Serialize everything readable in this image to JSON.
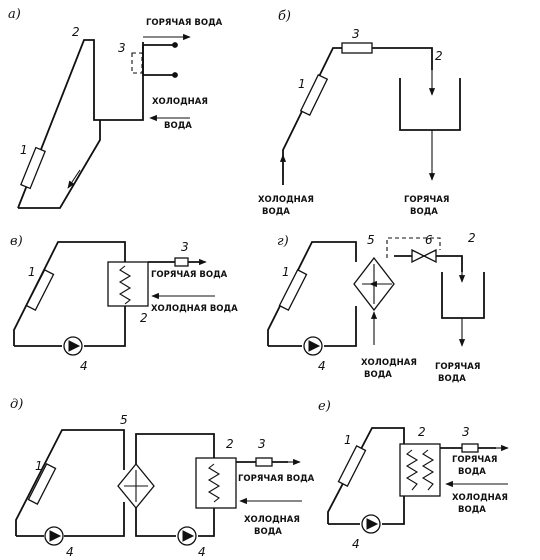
{
  "panels": [
    {
      "letter": "а)",
      "hot": "ГОРЯЧАЯ ВОДА",
      "cold1": "ХОЛОДНАЯ",
      "cold2": "ВОДА",
      "n1": "1",
      "n2": "2",
      "n3": "3"
    },
    {
      "letter": "б)",
      "hot1": "ГОРЯЧАЯ",
      "hot2": "ВОДА",
      "cold1": "ХОЛОДНАЯ",
      "cold2": "ВОДА",
      "n1": "1",
      "n2": "2",
      "n3": "3"
    },
    {
      "letter": "в)",
      "hot": "ГОРЯЧАЯ ВОДА",
      "cold": "ХОЛОДНАЯ ВОДА",
      "n1": "1",
      "n2": "2",
      "n3": "3",
      "n4": "4"
    },
    {
      "letter": "г)",
      "hot1": "ГОРЯЧАЯ",
      "hot2": "ВОДА",
      "cold1": "ХОЛОДНАЯ",
      "cold2": "ВОДА",
      "n1": "1",
      "n2": "2",
      "n4": "4",
      "n5": "5",
      "n6": "6"
    },
    {
      "letter": "д)",
      "hot": "ГОРЯЧАЯ ВОДА",
      "cold1": "ХОЛОДНАЯ",
      "cold2": "ВОДА",
      "n1": "1",
      "n2": "2",
      "n3": "3",
      "n4a": "4",
      "n4b": "4",
      "n5": "5"
    },
    {
      "letter": "е)",
      "hot1": "ГОРЯЧАЯ",
      "hot2": "ВОДА",
      "cold1": "ХОЛОДНАЯ",
      "cold2": "ВОДА",
      "n1": "1",
      "n2": "2",
      "n3": "3",
      "n4": "4"
    }
  ]
}
